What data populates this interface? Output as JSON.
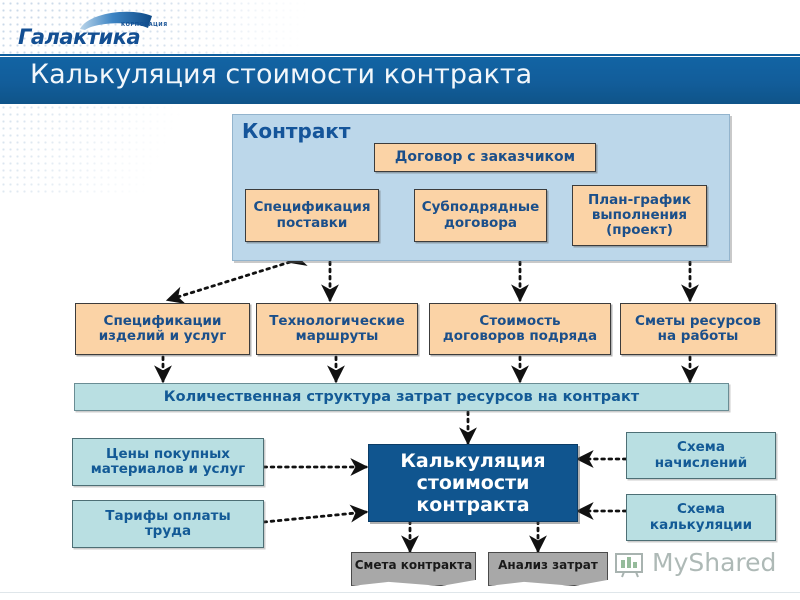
{
  "brand": {
    "logo_word": "Галактика",
    "logo_corp": "КОРПОРАЦИЯ",
    "logo_arc_name": "arc-swoosh",
    "accent_blue": "#134f93"
  },
  "header": {
    "title": "Калькуляция стоимости контракта",
    "title_bar_color": "#12609f"
  },
  "diagram": {
    "contract_group": {
      "label": "Контракт",
      "panel_color": "#bcd7ea",
      "boxes": [
        {
          "label": "Договор с заказчиком"
        },
        {
          "label": "Спецификация\nпоставки"
        },
        {
          "label": "Субподрядные\nдоговора"
        },
        {
          "label": "План-график\nвыполнения\n(проект)"
        }
      ]
    },
    "source_row": {
      "box_color": "#fbd3a6",
      "boxes": [
        {
          "label": "Спецификации\nизделий и услуг"
        },
        {
          "label": "Технологические\nмаршруты"
        },
        {
          "label": "Стоимость\nдоговоров подряда"
        },
        {
          "label": "Сметы ресурсов\nна работы"
        }
      ]
    },
    "summary_bar": {
      "label": "Количественная  структура затрат ресурсов на контракт",
      "color": "#b9dfe2"
    },
    "left_inputs": [
      {
        "label": "Цены покупных\nматериалов и услуг"
      },
      {
        "label": "Тарифы оплаты\nтруда"
      }
    ],
    "right_inputs": [
      {
        "label": "Схема\nначислений"
      },
      {
        "label": "Схема\nкалькуляции"
      }
    ],
    "center_process": {
      "label": "Калькуляция\nстоимости\nконтракта",
      "color": "#10558f"
    },
    "outputs": [
      {
        "label": "Смета контракта"
      },
      {
        "label": "Анализ затрат"
      }
    ]
  },
  "watermark": {
    "text": "MyShared",
    "icon_name": "myshared-logo-icon"
  }
}
